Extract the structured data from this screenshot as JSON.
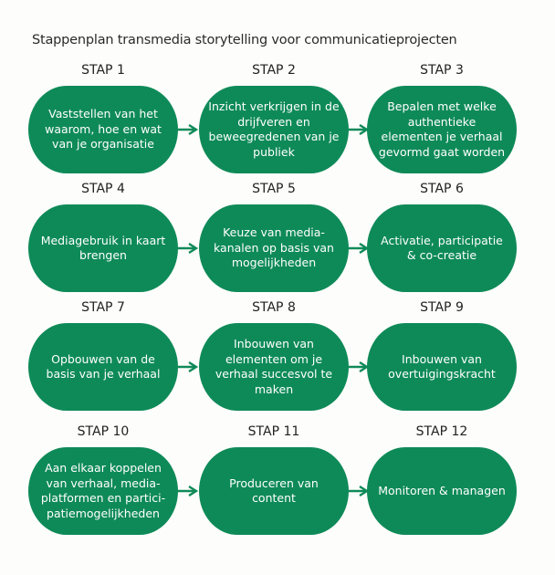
{
  "title": "Stappenplan transmedia storytelling voor communicatieprojecten",
  "accent_color": "#0e8a58",
  "steps": [
    {
      "label": "STAP 1",
      "text": "Vaststellen van het waarom, hoe en wat van je organisatie"
    },
    {
      "label": "STAP 2",
      "text": "Inzicht verkrijgen in de drijfveren en beweegredenen van je publiek"
    },
    {
      "label": "STAP 3",
      "text": "Bepalen met welke authentieke elementen je verhaal gevormd gaat worden"
    },
    {
      "label": "STAP 4",
      "text": "Mediagebruik in kaart brengen"
    },
    {
      "label": "STAP 5",
      "text": "Keuze van media-kanalen op basis van mogelijkheden"
    },
    {
      "label": "STAP 6",
      "text": "Activatie, participatie & co-creatie"
    },
    {
      "label": "STAP 7",
      "text": "Opbouwen van de basis van je verhaal"
    },
    {
      "label": "STAP 8",
      "text": "Inbouwen van elementen om je verhaal succesvol te maken"
    },
    {
      "label": "STAP 9",
      "text": "Inbouwen van overtuigingskracht"
    },
    {
      "label": "STAP 10",
      "text": "Aan elkaar koppelen van verhaal, media-platformen en partici-patiemogelijkheden"
    },
    {
      "label": "STAP 11",
      "text": "Produceren van content"
    },
    {
      "label": "STAP 12",
      "text": "Monitoren & managen"
    }
  ]
}
